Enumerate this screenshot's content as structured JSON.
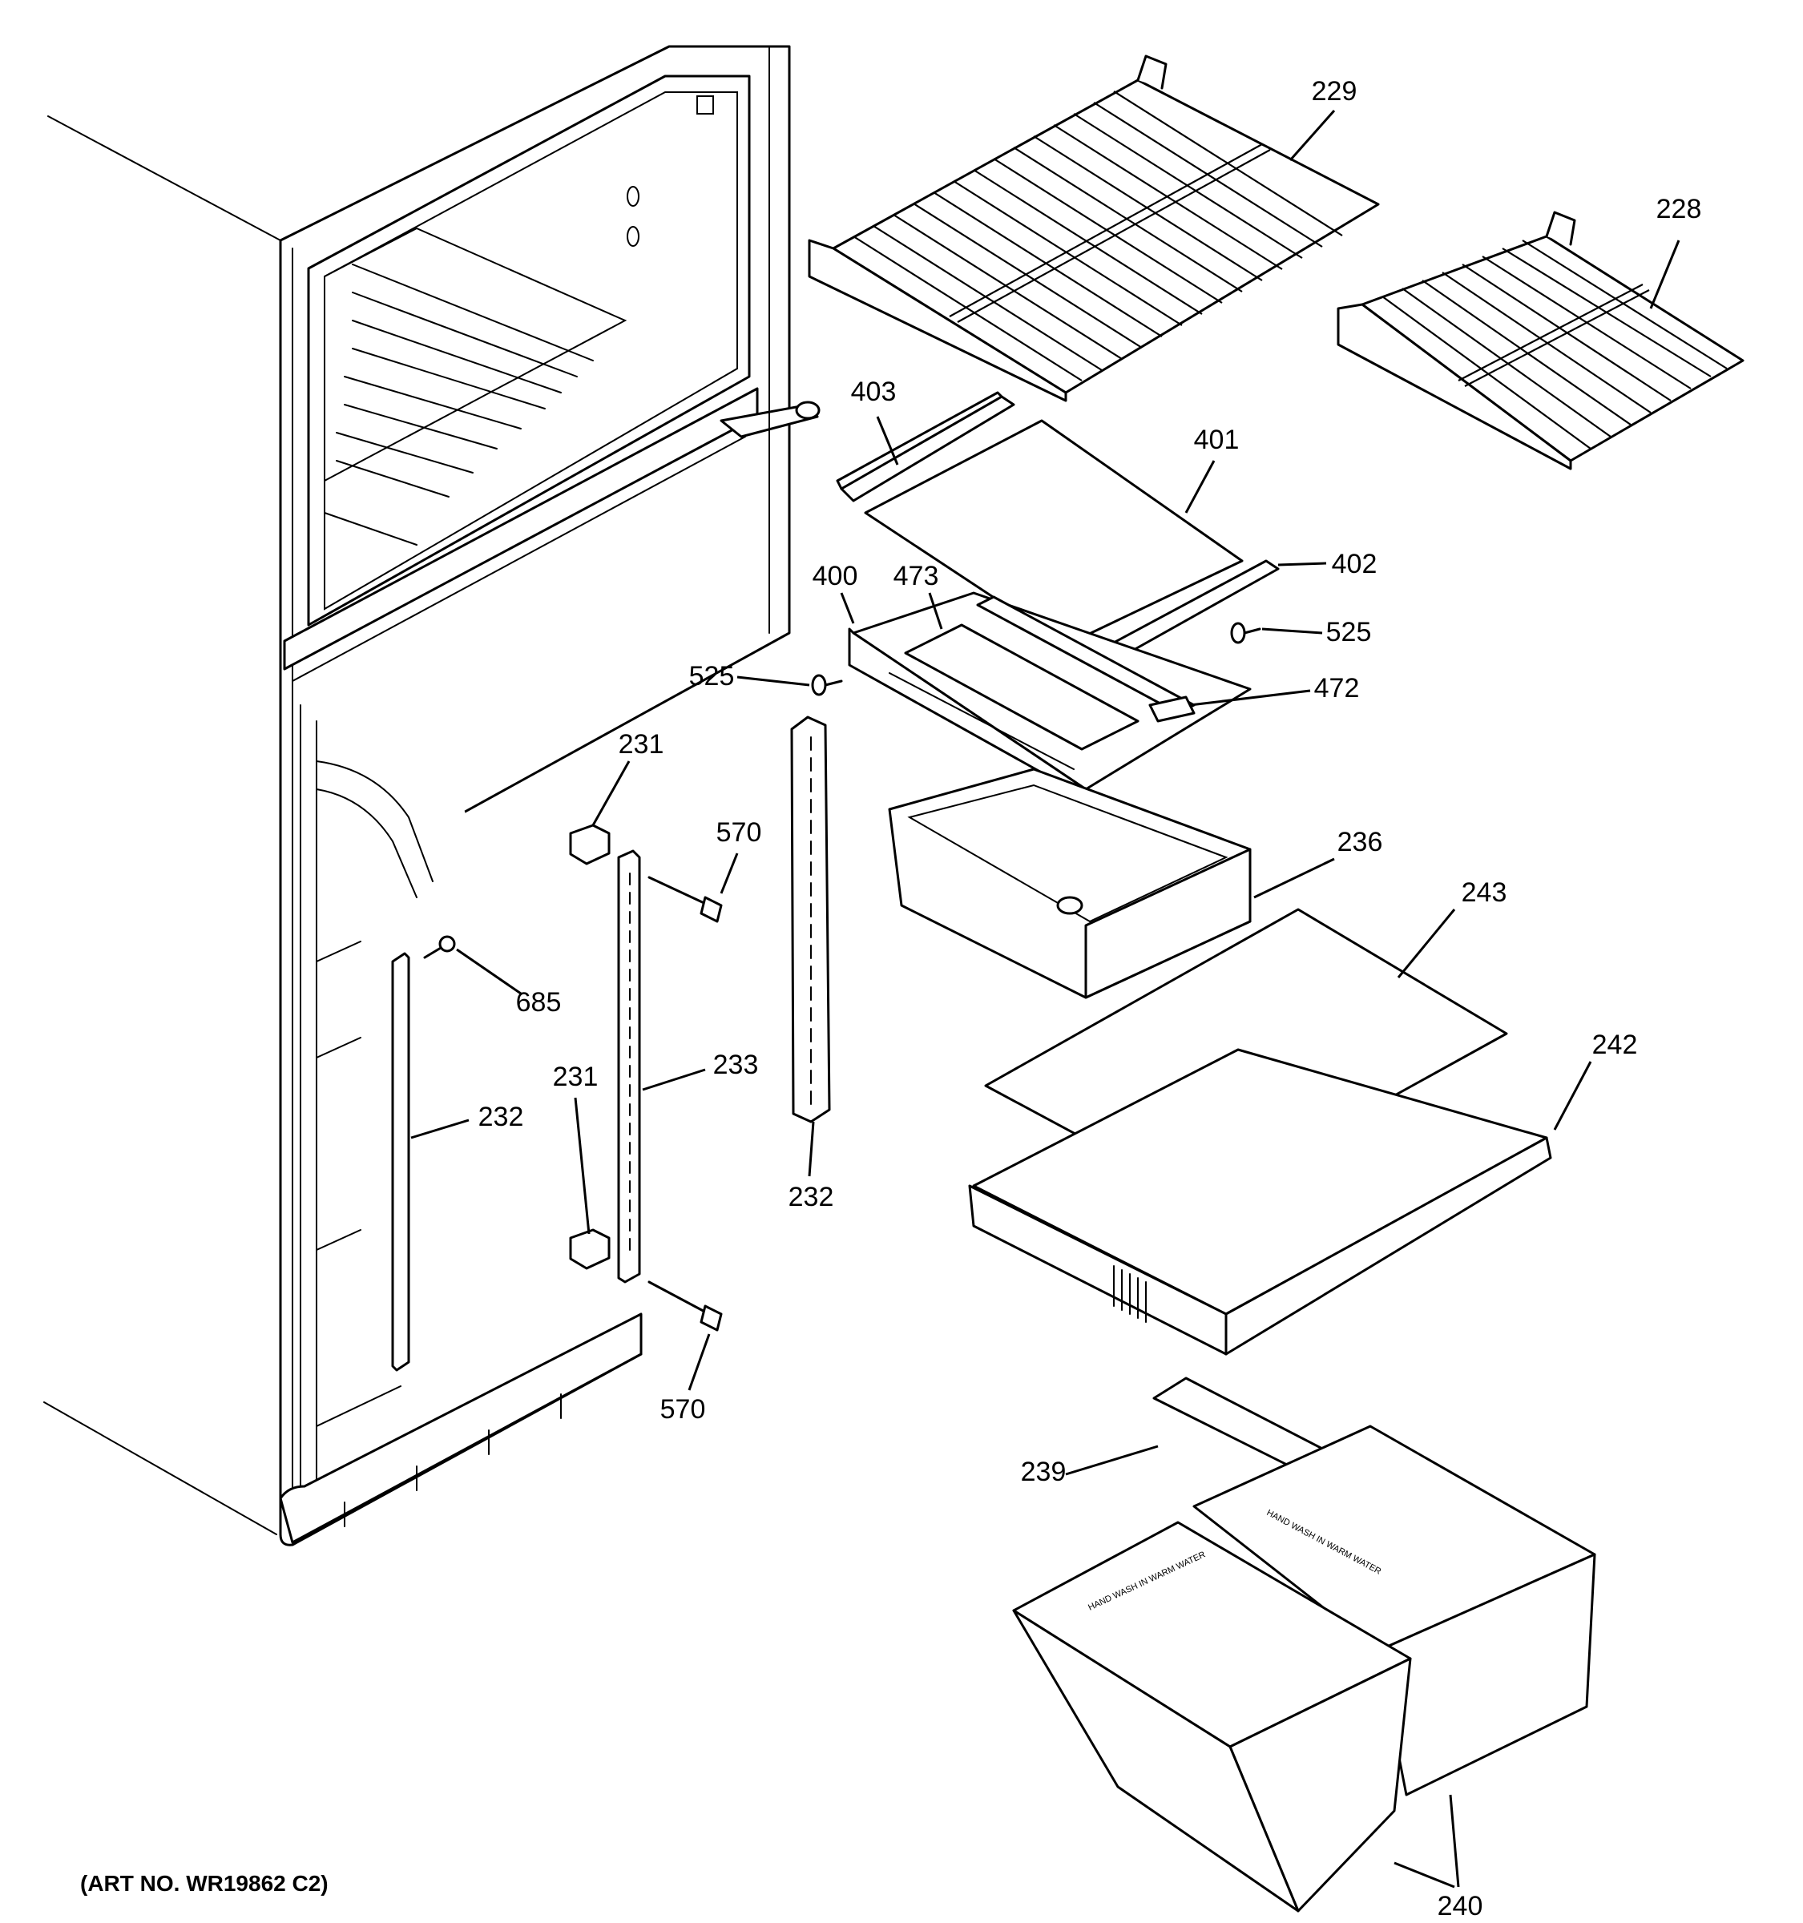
{
  "diagram": {
    "art_number": "(ART NO. WR19862 C2)",
    "callouts": [
      {
        "id": "c229",
        "label": "229"
      },
      {
        "id": "c228",
        "label": "228"
      },
      {
        "id": "c403",
        "label": "403"
      },
      {
        "id": "c401",
        "label": "401"
      },
      {
        "id": "c402",
        "label": "402"
      },
      {
        "id": "c525a",
        "label": "525"
      },
      {
        "id": "c400",
        "label": "400"
      },
      {
        "id": "c473",
        "label": "473"
      },
      {
        "id": "c525b",
        "label": "525"
      },
      {
        "id": "c472",
        "label": "472"
      },
      {
        "id": "c231a",
        "label": "231"
      },
      {
        "id": "c570a",
        "label": "570"
      },
      {
        "id": "c236",
        "label": "236"
      },
      {
        "id": "c243",
        "label": "243"
      },
      {
        "id": "c685",
        "label": "685"
      },
      {
        "id": "c231b",
        "label": "231"
      },
      {
        "id": "c233",
        "label": "233"
      },
      {
        "id": "c242",
        "label": "242"
      },
      {
        "id": "c232a",
        "label": "232"
      },
      {
        "id": "c232b",
        "label": "232"
      },
      {
        "id": "c570b",
        "label": "570"
      },
      {
        "id": "c239",
        "label": "239"
      },
      {
        "id": "c240",
        "label": "240"
      }
    ],
    "bin_print_text": "HAND WASH IN WARM WATER"
  }
}
